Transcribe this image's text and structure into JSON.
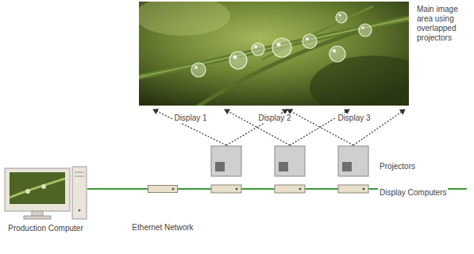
{
  "diagram": {
    "nodes": [
      {
        "text": [
          "Production Computer"
        ]
      },
      {
        "text": [
          "Ethernet Network"
        ]
      }
    ],
    "edges": [
      {
        "from": 0,
        "to": 1,
        "arrow": "none"
      }
    ],
    "labels": [
      "Main image area using overlapped projectors",
      "Display 1",
      "Display 2",
      "Display 3",
      "Projectors",
      "Display Computers"
    ]
  }
}
